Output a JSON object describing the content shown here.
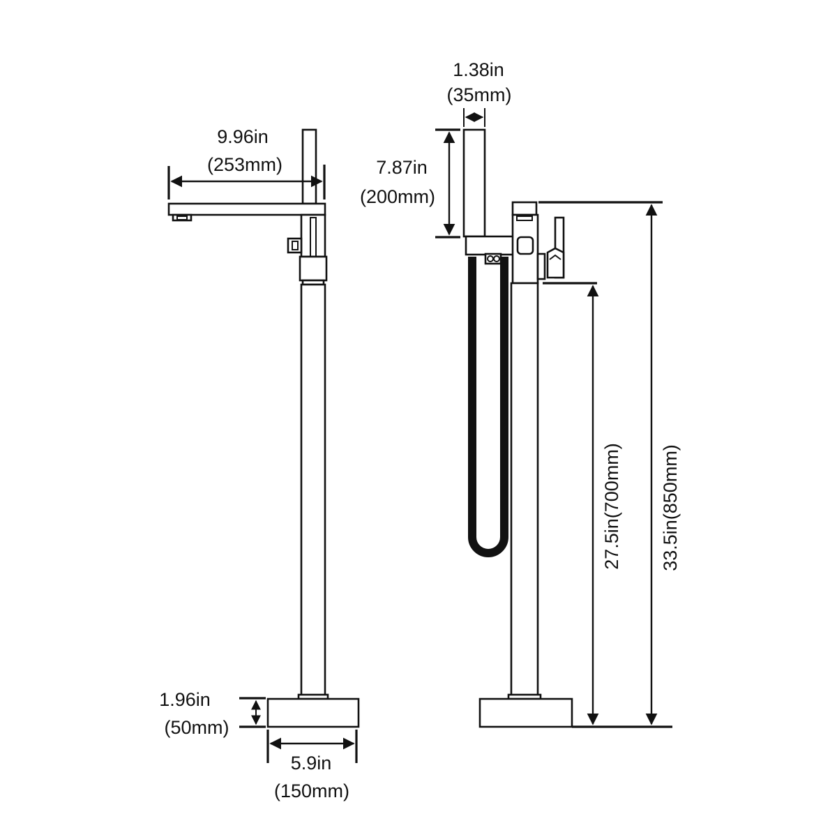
{
  "dimensions": {
    "spout_reach": {
      "imperial": "9.96in",
      "metric": "(253mm)"
    },
    "base_height": {
      "imperial": "1.96in",
      "metric": "(50mm)"
    },
    "base_width": {
      "imperial": "5.9in",
      "metric": "(150mm)"
    },
    "hand_shower_width": {
      "imperial": "1.38in",
      "metric": "(35mm)"
    },
    "hand_shower_length": {
      "imperial": "7.87in",
      "metric": "(200mm)"
    },
    "spout_height": {
      "label": "27.5in(700mm)"
    },
    "total_height": {
      "label": "33.5in(850mm)"
    }
  },
  "colors": {
    "line": "#111111",
    "background": "#ffffff"
  }
}
